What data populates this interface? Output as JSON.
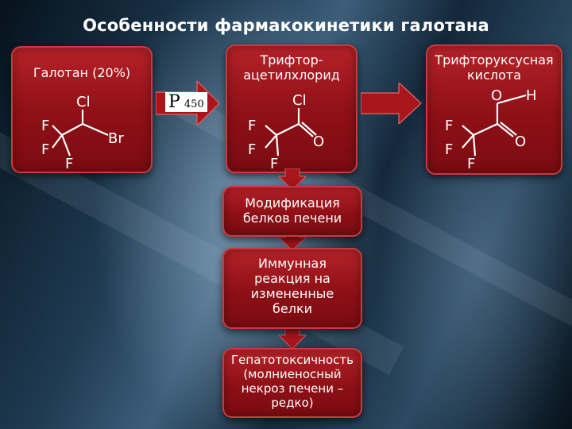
{
  "title": "Особенности фармакокинетики галотана",
  "enzyme": {
    "letter": "P",
    "number": "450"
  },
  "boxes": {
    "halothane": {
      "label": "Галотан (20%)",
      "atoms": [
        "Cl",
        "F",
        "F",
        "F",
        "Br"
      ]
    },
    "chloride": {
      "label_line1": "Трифтор-",
      "label_line2": "ацетилхлорид",
      "atoms": [
        "Cl",
        "F",
        "F",
        "F",
        "O"
      ]
    },
    "acid": {
      "label_line1": "Трифторуксусная",
      "label_line2": "кислота",
      "atoms": [
        "O",
        "H",
        "F",
        "F",
        "F",
        "O"
      ]
    },
    "modification": {
      "line1": "Модификация",
      "line2": "белков печени"
    },
    "immune": {
      "line1": "Иммунная",
      "line2": "реакция на",
      "line3": "измененные",
      "line4": "белки"
    },
    "hepatotox": {
      "line1": "Гепатотоксичность",
      "line2": "(молниеносный",
      "line3": "некроз печени –",
      "line4": "редко)"
    }
  },
  "colors": {
    "box": "#9b141b",
    "arrow": "#a8161c",
    "text": "#ffffff"
  }
}
